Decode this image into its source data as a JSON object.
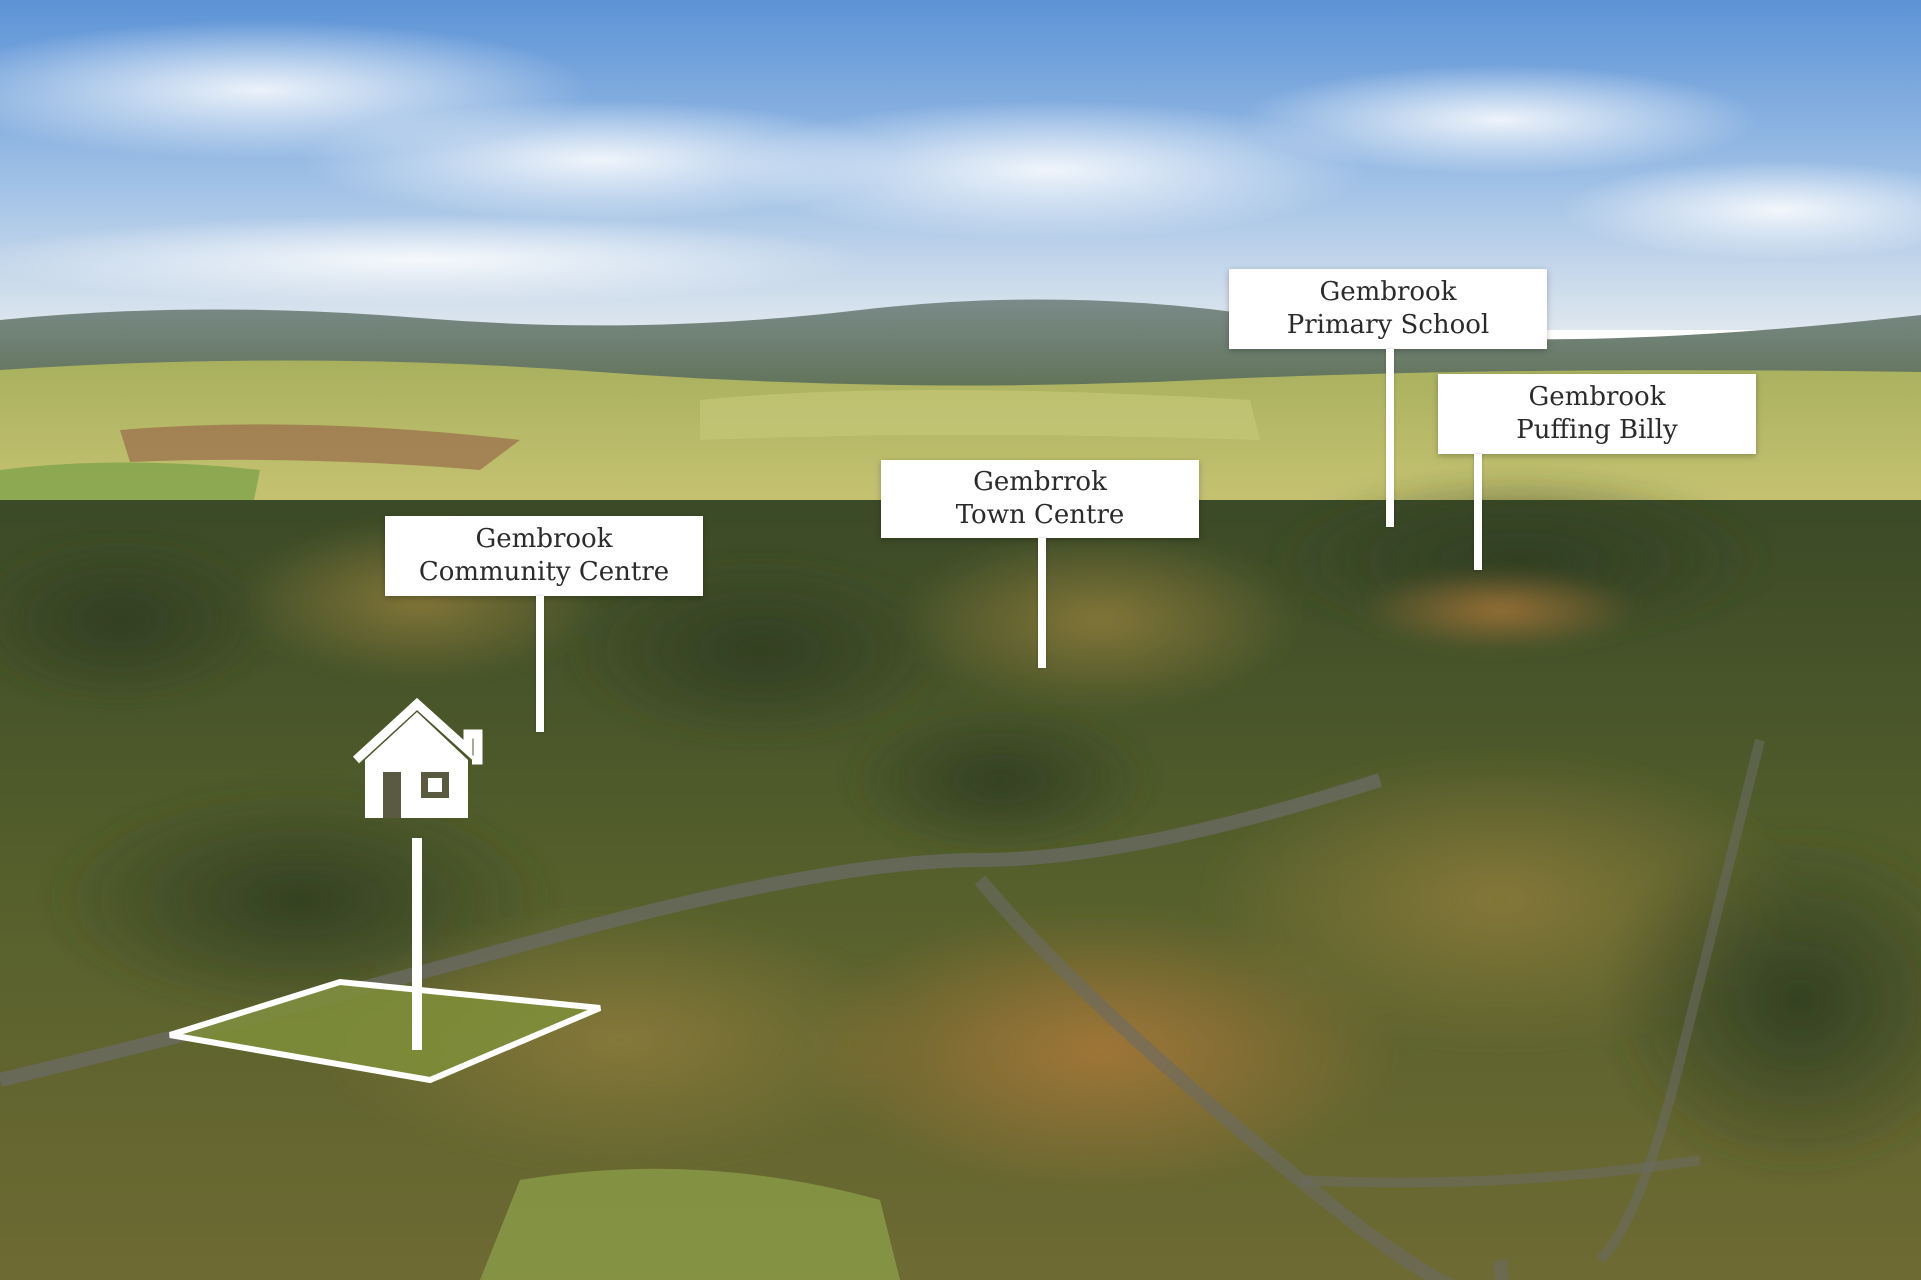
{
  "labels": [
    {
      "id": "community",
      "line1": "Gembrook",
      "line2": "Community Centre"
    },
    {
      "id": "town",
      "line1": "Gembrrok",
      "line2": "Town Centre"
    },
    {
      "id": "school",
      "line1": "Gembrook",
      "line2": "Primary School"
    },
    {
      "id": "billy",
      "line1": "Gembrook",
      "line2": "Puffing Billy"
    }
  ],
  "icons": {
    "house": "house-icon",
    "lot": "lot-boundary-icon"
  }
}
